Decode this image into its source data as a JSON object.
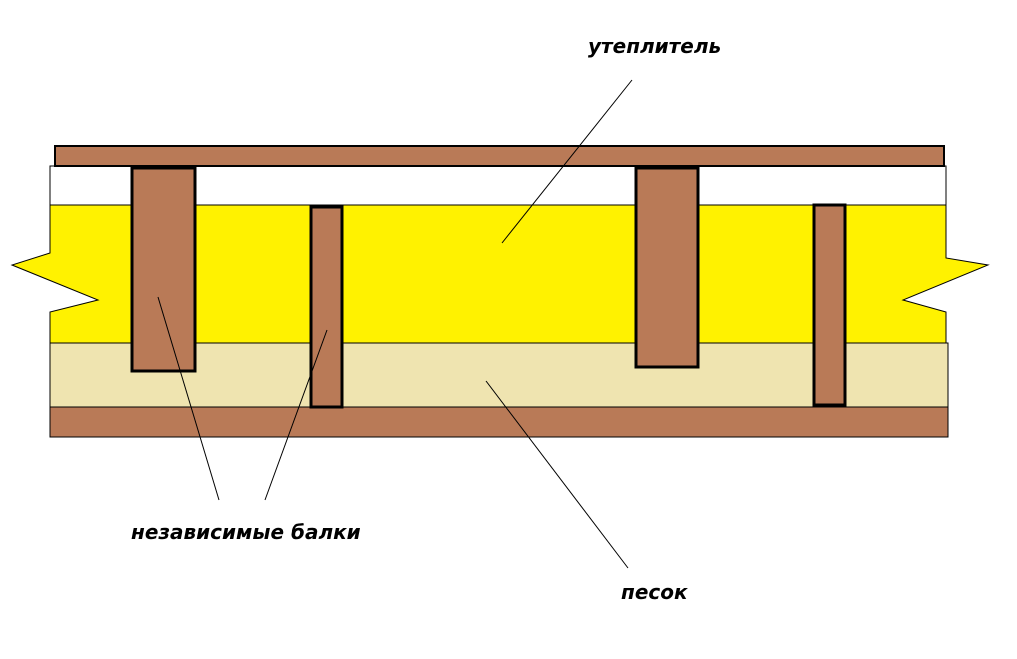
{
  "labels": {
    "insulation": "утеплитель",
    "beams": "независимые балки",
    "sand": "песок"
  },
  "colors": {
    "wood": "#b97a57",
    "insulation": "#fff200",
    "sand": "#efe4b0",
    "air_gap": "#ffffff",
    "outline": "#000000"
  }
}
